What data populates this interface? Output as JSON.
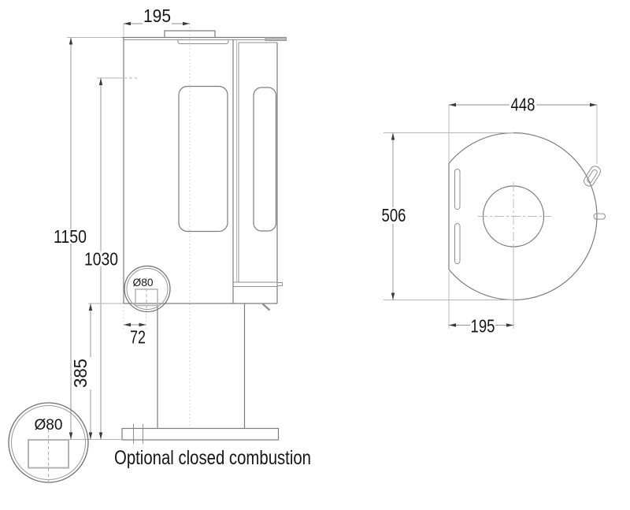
{
  "diagram": {
    "caption": "Optional closed combustion",
    "front_view": {
      "dim_flue_center_from_left": "195",
      "dim_total_height": "1150",
      "dim_rear_outlet_height": "1030",
      "dim_base_height": "385",
      "dim_rear_outlet_from_left": "72",
      "rear_outlet_detail_label": "Ø80"
    },
    "floor_outlet_detail": {
      "label": "Ø80"
    },
    "top_view": {
      "dim_overall_width": "448",
      "dim_overall_depth": "506",
      "dim_flue_center_from_front": "195"
    }
  }
}
